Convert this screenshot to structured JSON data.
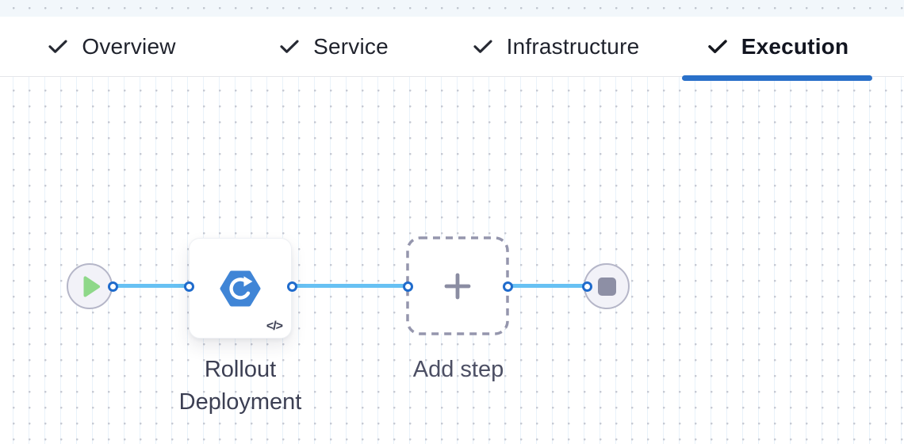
{
  "tabs": {
    "items": [
      {
        "label": "Overview",
        "state": "completed"
      },
      {
        "label": "Service",
        "state": "completed"
      },
      {
        "label": "Infrastructure",
        "state": "completed"
      },
      {
        "label": "Execution",
        "state": "active"
      }
    ]
  },
  "pipeline": {
    "start_node": {
      "icon": "play-icon"
    },
    "steps": [
      {
        "label": "Rollout Deployment",
        "icon": "rollout-hexagon-icon",
        "badge": "</>"
      },
      {
        "label": "Add step",
        "icon": "plus-icon"
      }
    ],
    "end_node": {
      "icon": "stop-square-icon"
    }
  },
  "colors": {
    "active_tab_underline": "#2a70c9",
    "connector_line": "#67c1f3",
    "connector_dot_border": "#1f6bcc",
    "step_icon_blue": "#4085d6",
    "play_green": "#8ed889",
    "stop_gray": "#8d8fa5",
    "grid_dot": "#c6c9d3"
  }
}
